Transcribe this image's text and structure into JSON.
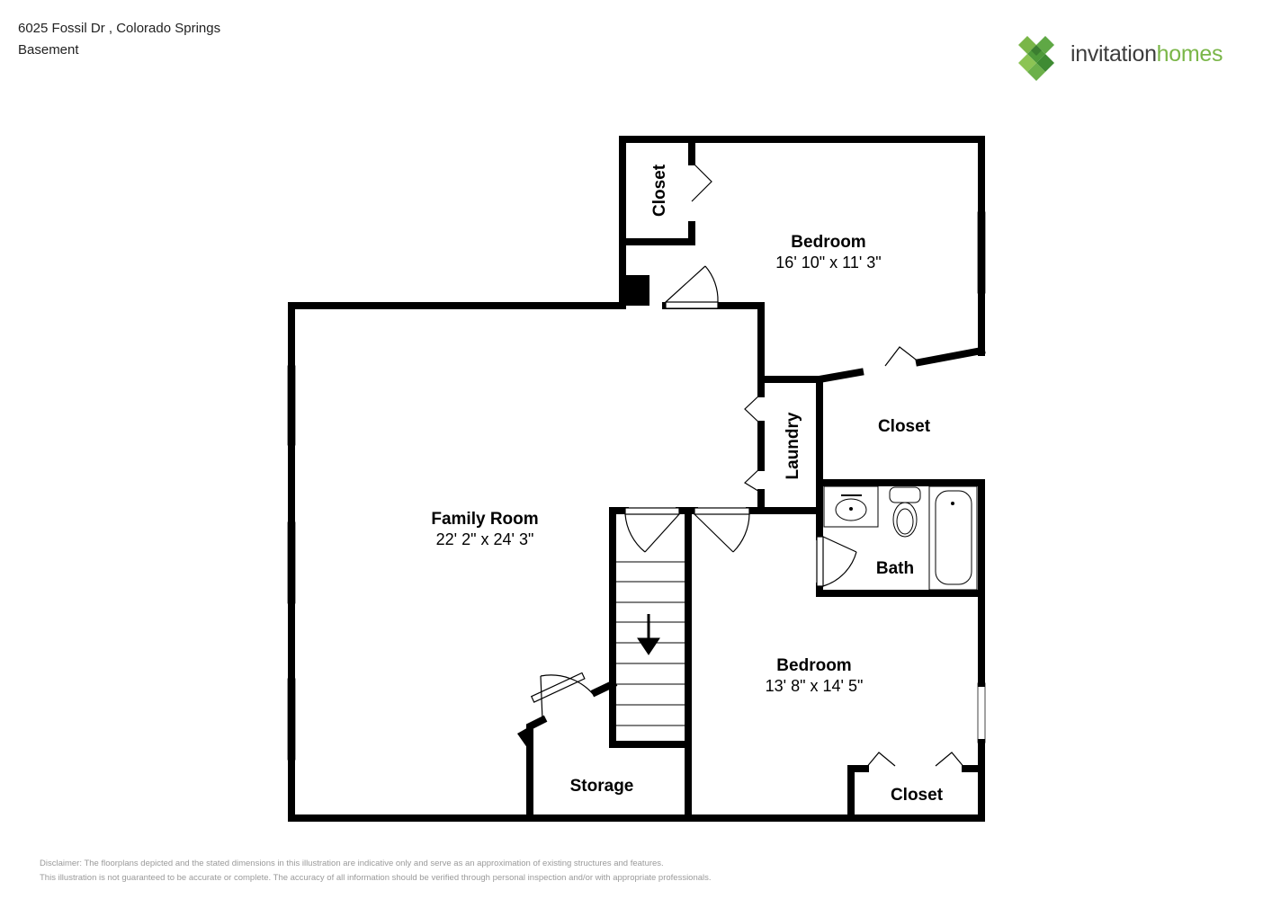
{
  "header": {
    "address": "6025 Fossil Dr , Colorado Springs",
    "level": "Basement"
  },
  "brand": {
    "name_part1": "invitation",
    "name_part2": "homes",
    "logo_icon": "diamond-cluster-icon",
    "colors": {
      "green": "#7ab648",
      "dark_green": "#4e9a3a",
      "gray": "#3d3d3d"
    }
  },
  "rooms": {
    "bedroom1": {
      "name": "Bedroom",
      "dims": "16' 10\" x 11' 3\""
    },
    "closet_top": {
      "name": "Closet"
    },
    "laundry": {
      "name": "Laundry"
    },
    "closet_mid": {
      "name": "Closet"
    },
    "family_room": {
      "name": "Family Room",
      "dims": "22' 2\" x 24' 3\""
    },
    "bath": {
      "name": "Bath"
    },
    "bedroom2": {
      "name": "Bedroom",
      "dims": "13' 8\" x 14' 5\""
    },
    "storage": {
      "name": "Storage"
    },
    "closet_bottom": {
      "name": "Closet"
    }
  },
  "disclaimer": {
    "line1": "Disclaimer: The floorplans depicted and the stated dimensions in this illustration are indicative only and serve as an approximation of existing structures and features.",
    "line2": "This illustration is not guaranteed to be accurate or complete. The accuracy of all information should be verified through personal inspection and/or with appropriate professionals."
  }
}
